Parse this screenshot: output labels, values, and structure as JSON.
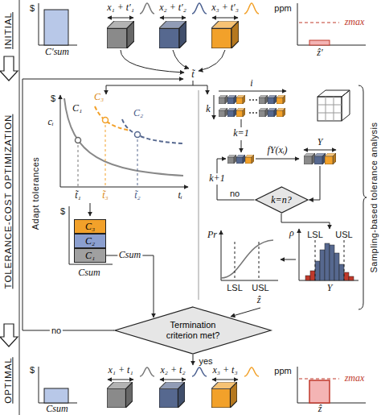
{
  "diagram": {
    "nodes": [
      {
        "text": [
          "k=n?"
        ]
      },
      {
        "text": [
          "C₃"
        ]
      },
      {
        "text": [
          "C₂"
        ]
      },
      {
        "text": [
          "C₁"
        ]
      },
      {
        "text": [
          "Termination criterion met?"
        ]
      }
    ],
    "edges": [
      {
        "from": 3,
        "to": 4,
        "arrow": "to",
        "label": "Csum"
      }
    ],
    "labels": [
      "INITIAL",
      "TOLERANCE-COST OPTIMIZATION",
      "OPTIMAL",
      "$",
      "C′sum",
      "x₁ + t′₁",
      "x₂ + t′₂",
      "x₃ + t′₃",
      "ppm",
      "zmax",
      "ẑ′",
      "t̃",
      "Adapt tolerances",
      "$",
      "cᵢ",
      "C₁",
      "C₃",
      "C₂",
      "t̃₁",
      "t̃₃",
      "t̃₂",
      "tᵢ",
      "$",
      "Csum",
      "no",
      "i",
      "k",
      "k=1",
      "k+1",
      "fY(xᵢ)",
      "Y",
      "no",
      "Pr",
      "LSL",
      "USL",
      "ẑ",
      "ρ",
      "LSL",
      "USL",
      "Y",
      "Sampling-based tolerance analysis",
      "yes",
      "$",
      "Csum",
      "x₁ + t₁",
      "x₂ + t₂",
      "x₃ + t₃",
      "ppm",
      "zmax",
      "ẑ"
    ]
  }
}
